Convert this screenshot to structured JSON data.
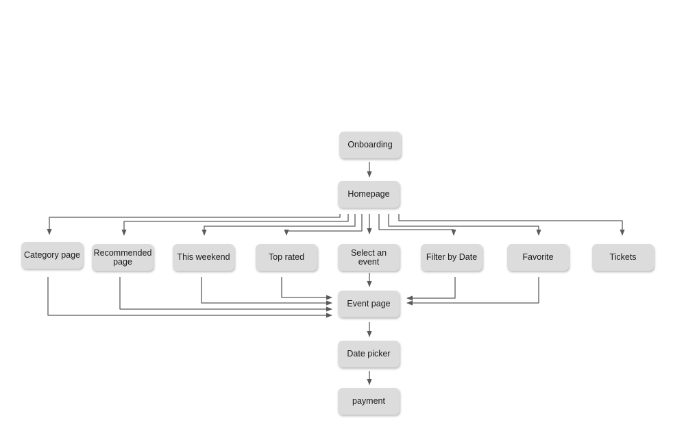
{
  "diagram": {
    "nodes": {
      "onboarding": "Onboarding",
      "homepage": "Homepage",
      "category": "Category page",
      "recommended": "Recommended\npage",
      "this_weekend": "This weekend",
      "top_rated": "Top rated",
      "select_event": "Select an event",
      "filter_date": "Filter by Date",
      "favorite": "Favorite",
      "tickets": "Tickets",
      "event_page": "Event page",
      "date_picker": "Date picker",
      "payment": "payment"
    },
    "edges": [
      [
        "onboarding",
        "homepage"
      ],
      [
        "homepage",
        "category"
      ],
      [
        "homepage",
        "recommended"
      ],
      [
        "homepage",
        "this_weekend"
      ],
      [
        "homepage",
        "top_rated"
      ],
      [
        "homepage",
        "select_event"
      ],
      [
        "homepage",
        "filter_date"
      ],
      [
        "homepage",
        "favorite"
      ],
      [
        "homepage",
        "tickets"
      ],
      [
        "category",
        "event_page"
      ],
      [
        "recommended",
        "event_page"
      ],
      [
        "this_weekend",
        "event_page"
      ],
      [
        "top_rated",
        "event_page"
      ],
      [
        "select_event",
        "event_page"
      ],
      [
        "filter_date",
        "event_page"
      ],
      [
        "favorite",
        "event_page"
      ],
      [
        "event_page",
        "date_picker"
      ],
      [
        "date_picker",
        "payment"
      ]
    ],
    "colors": {
      "node_fill": "#dcdcdc",
      "line": "#5a5a5a",
      "text": "#1a1a1a"
    }
  }
}
